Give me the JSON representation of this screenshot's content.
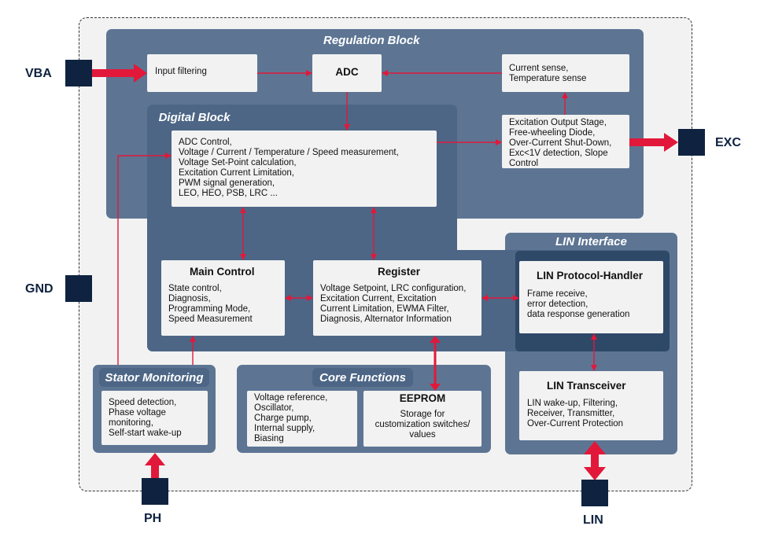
{
  "blocks": {
    "regulation": "Regulation Block",
    "digital": "Digital Block",
    "lin_interface": "LIN Interface",
    "stator": "Stator Monitoring",
    "core": "Core Functions"
  },
  "boxes": {
    "input_filtering": "Input filtering",
    "adc": "ADC",
    "current_sense": [
      "Current sense,",
      "Temperature sense"
    ],
    "excitation": [
      "Excitation Output Stage,",
      "Free-wheeling Diode,",
      "Over-Current Shut-Down,",
      "Exc<1V detection, Slope",
      "Control"
    ],
    "digital_list": [
      "ADC Control,",
      "Voltage / Current / Temperature / Speed measurement,",
      "Voltage Set-Point calculation,",
      "Excitation Current Limitation,",
      "PWM signal generation,",
      "LEO, HEO, PSB, LRC ..."
    ],
    "main_control": {
      "title": "Main Control",
      "lines": [
        "State control,",
        "Diagnosis,",
        "Programming Mode,",
        "Speed Measurement"
      ]
    },
    "register": {
      "title": "Register",
      "lines": [
        "Voltage Setpoint, LRC configuration,",
        "Excitation Current, Excitation",
        "Current Limitation, EWMA Filter,",
        "Diagnosis, Alternator Information"
      ]
    },
    "lin_protocol": {
      "title": "LIN Protocol-Handler",
      "lines": [
        "Frame receive,",
        "error detection,",
        "data response generation"
      ]
    },
    "lin_transceiver": {
      "title": "LIN Transceiver",
      "lines": [
        "LIN wake-up, Filtering,",
        "Receiver, Transmitter,",
        "Over-Current Protection"
      ]
    },
    "stator_list": [
      "Speed detection,",
      "Phase voltage",
      "monitoring,",
      "Self-start wake-up"
    ],
    "core_list": [
      "Voltage reference,",
      "Oscillator,",
      "Charge pump,",
      "Internal supply,",
      "Biasing"
    ],
    "eeprom": {
      "title": "EEPROM",
      "lines": [
        "Storage for",
        "customization switches/",
        "values"
      ]
    }
  },
  "pins": {
    "vba": "VBA",
    "exc": "EXC",
    "gnd": "GND",
    "ph": "PH",
    "lin": "LIN"
  },
  "colors": {
    "arrow": "#e2183a",
    "pin": "#0f2340",
    "block": "#5d7593",
    "digital": "#4d6686",
    "box": "#f2f2f2"
  }
}
